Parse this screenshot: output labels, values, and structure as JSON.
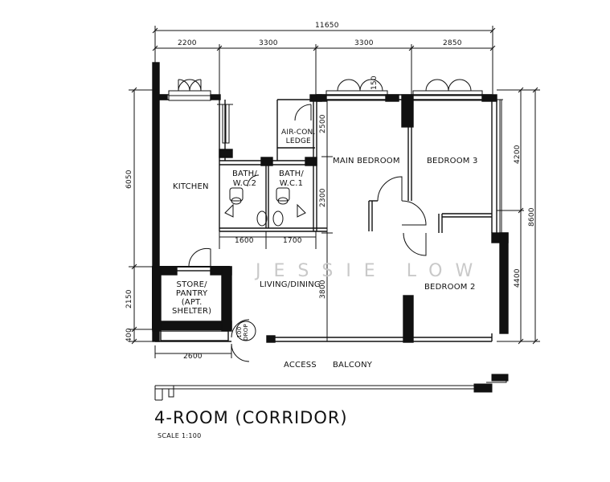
{
  "dimensions": {
    "overall_width": "11650",
    "top": [
      "2200",
      "3300",
      "3300",
      "2850"
    ],
    "left": [
      "6050",
      "2150",
      "400"
    ],
    "right": [
      "4200",
      "4400",
      "8600"
    ],
    "inner": {
      "bath_w_1": "1600",
      "bath_w_2": "1700",
      "kitchen_bottom": "2600",
      "v_2500": "2500",
      "v_2300": "2300",
      "v_3800": "3800",
      "v_150": "150"
    }
  },
  "rooms": {
    "kitchen": "KITCHEN",
    "aircon": "AIR-CON.\nLEDGE",
    "bath2": "BATH/\nW.C.2",
    "bath1": "BATH/\nW.C.1",
    "main_bedroom": "MAIN BEDROOM",
    "bedroom3": "BEDROOM 3",
    "bedroom2": "BEDROOM 2",
    "living": "LIVING/DINING",
    "store": "STORE/\nPANTRY\n(APT.\nSHELTER)",
    "refuse": "100\nDROP",
    "access": "ACCESS",
    "balcony": "BALCONY"
  },
  "watermark": "JESSIE LOW",
  "title": "4-ROOM (CORRIDOR)",
  "scale": "SCALE  1:100"
}
